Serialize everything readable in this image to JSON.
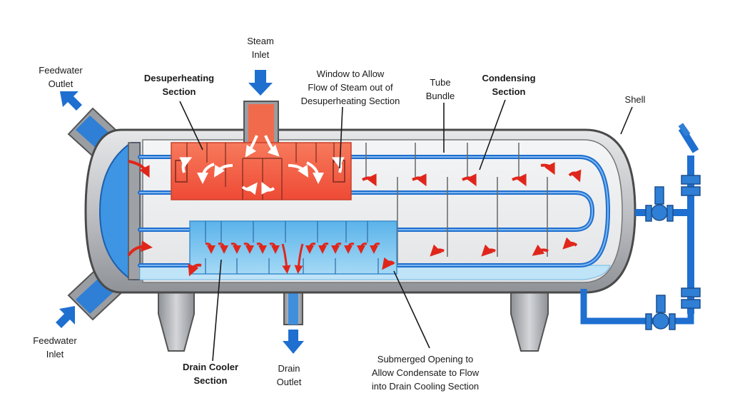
{
  "diagram": {
    "labels": {
      "steam_inlet": [
        "Steam",
        "Inlet"
      ],
      "feedwater_outlet": [
        "Feedwater",
        "Outlet"
      ],
      "desuperheating_section": [
        "Desuperheating",
        "Section"
      ],
      "window": [
        "Window to Allow",
        "Flow of Steam out of",
        "Desuperheating Section"
      ],
      "tube_bundle": [
        "Tube",
        "Bundle"
      ],
      "condensing_section": [
        "Condensing",
        "Section"
      ],
      "shell": "Shell",
      "feedwater_inlet": [
        "Feedwater",
        "Inlet"
      ],
      "drain_cooler_section": [
        "Drain Cooler",
        "Section"
      ],
      "drain_outlet": [
        "Drain",
        "Outlet"
      ],
      "submerged_opening": [
        "Submerged Opening to",
        "Allow Condensate to Flow",
        "into Drain Cooling Section"
      ]
    },
    "colors": {
      "shell_fill": "#cfd0d3",
      "shell_stroke": "#4a4a4a",
      "water_blue": "#2f7fd6",
      "pipe_blue": "#1e6fd0",
      "desuperheater_red": "#f0563c",
      "drain_cooler_blue": "#7ec8ef",
      "flow_arrow_red": "#e0261b"
    }
  }
}
